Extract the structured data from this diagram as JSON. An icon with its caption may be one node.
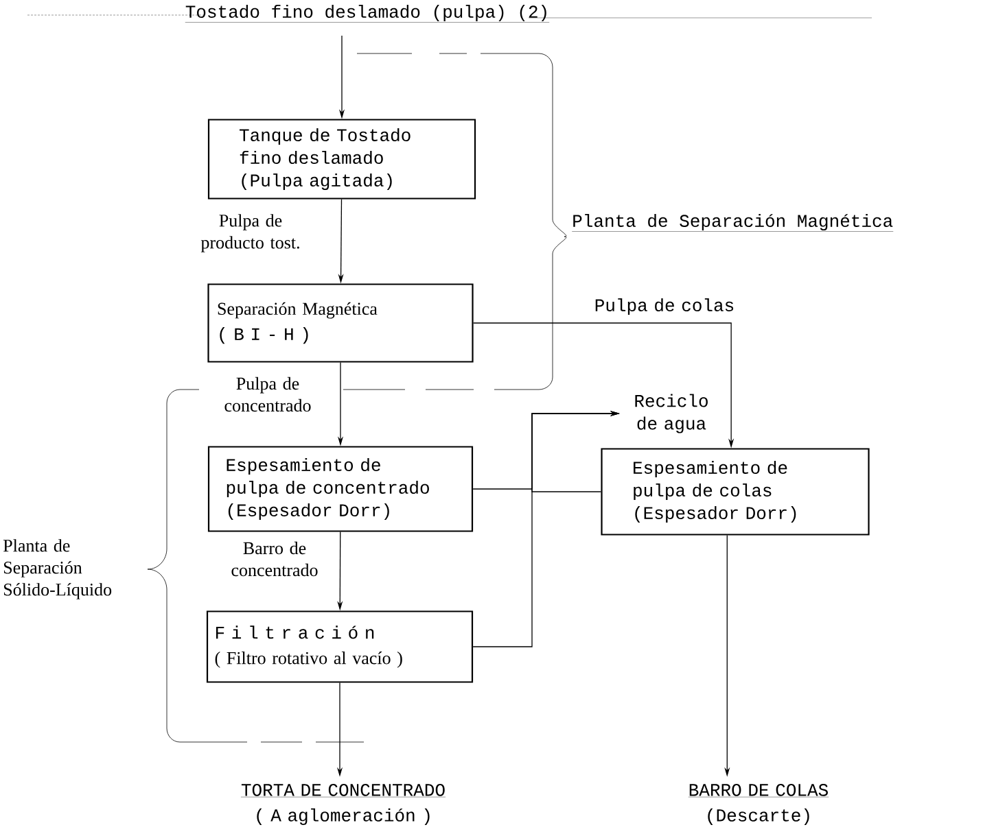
{
  "diagram": {
    "title": "Tostado fino deslamado (pulpa) (2)",
    "nodes": [
      {
        "text": [
          "Tanque de Tostado fino deslamado (Pulpa agitada)"
        ]
      },
      {
        "text": [
          "Separación Magnética",
          "( B I - H )"
        ]
      },
      {
        "text": [
          "Espesamiento de pulpa de concentrado (Espesador Dorr)"
        ]
      },
      {
        "text": [
          "F i l t r a c i ó n",
          "( Filtro rotativo al vacío )"
        ]
      },
      {
        "text": [
          "Espesamiento de pulpa de colas (Espesador Dorr)"
        ]
      },
      {
        "text": [
          "TORTA DE CONCENTRADO",
          "( A aglomeración )"
        ]
      },
      {
        "text": [
          "BARRO DE COLAS",
          "(Descarte)"
        ]
      },
      {
        "text": [
          "Reciclo de agua"
        ]
      }
    ],
    "edges": [
      {
        "from": null,
        "to": 0,
        "arrow": "to"
      },
      {
        "from": 0,
        "to": 1,
        "arrow": "to",
        "label": "Pulpa de producto tost."
      },
      {
        "from": 1,
        "to": 2,
        "arrow": "to",
        "label": "Pulpa de concentrado"
      },
      {
        "from": 1,
        "to": 4,
        "arrow": "to",
        "label": "Pulpa de colas"
      },
      {
        "from": 2,
        "to": 3,
        "arrow": "to",
        "label": "Barro de concentrado"
      },
      {
        "from": 3,
        "to": 5,
        "arrow": "to"
      },
      {
        "from": 4,
        "to": 6,
        "arrow": "to"
      },
      {
        "from": 2,
        "to": 7,
        "arrow": "to"
      },
      {
        "from": 3,
        "to": 7,
        "arrow": "to"
      },
      {
        "from": 4,
        "to": 7,
        "arrow": "to"
      }
    ],
    "labels": [
      "Planta de Separación Magnética",
      "Planta de Separación Sólido-Líquido"
    ]
  }
}
